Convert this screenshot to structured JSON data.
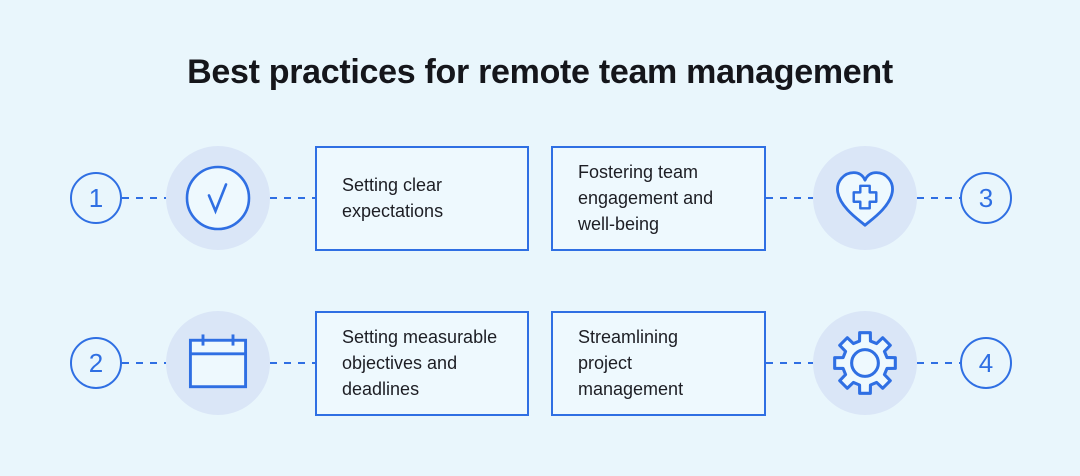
{
  "title": "Best practices for remote team management",
  "colors": {
    "accent": "#2f6fe3",
    "background": "#e9f6fc",
    "soft_circle": "#dae6f7",
    "icon_fill": "#eef9fe",
    "box_fill": "#eef9fe",
    "title_color": "#15161b",
    "text_color": "#1d1e24"
  },
  "rows": [
    {
      "left": {
        "number": "1",
        "icon": "check-icon",
        "label": "Setting clear\nexpectations"
      },
      "right": {
        "number": "3",
        "icon": "heart-plus-icon",
        "label": "Fostering team\nengagement and\nwell-being"
      }
    },
    {
      "left": {
        "number": "2",
        "icon": "calendar-icon",
        "label": "Setting measurable\nobjectives and\ndeadlines"
      },
      "right": {
        "number": "4",
        "icon": "gear-icon",
        "label": "Streamlining\nproject\nmanagement"
      }
    }
  ]
}
